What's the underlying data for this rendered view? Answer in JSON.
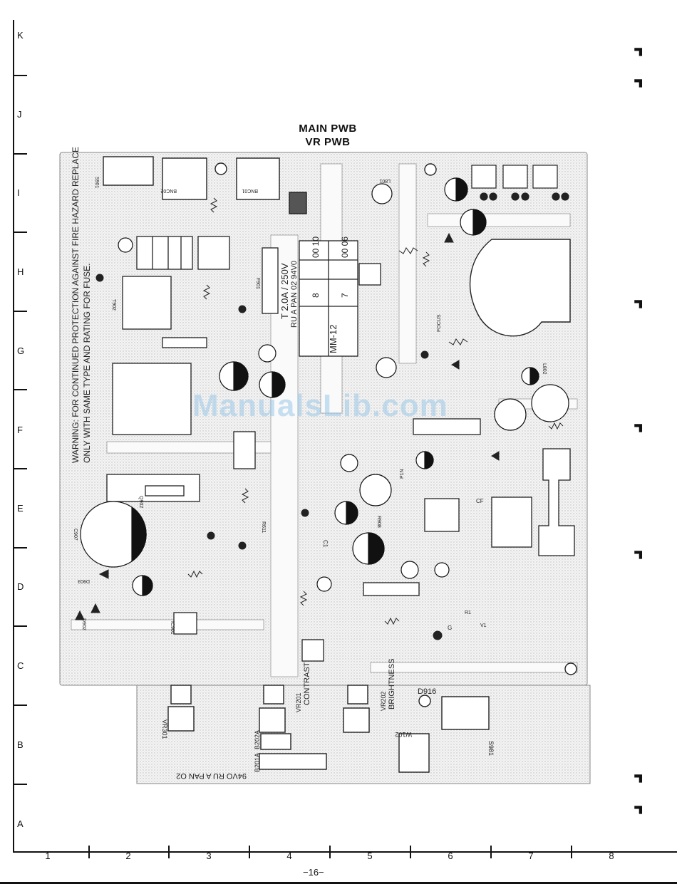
{
  "title_line1": "MAIN PWB",
  "title_line2": "VR PWB",
  "row_labels": [
    "K",
    "J",
    "I",
    "H",
    "G",
    "F",
    "E",
    "D",
    "C",
    "B",
    "A"
  ],
  "col_labels": [
    "1",
    "2",
    "3",
    "4",
    "5",
    "6",
    "7",
    "8"
  ],
  "page_number": "−16−",
  "warning_line1": "WARNING:  FOR CONTINUED PROTECTION AGAINST FIRE HAZARD REPLACE",
  "warning_line2": "ONLY WITH SAME TYPE AND RATING FOR FUSE.",
  "fuse_rating": "T 2.0A / 250V",
  "board_code_main": "RU A PAN 02  94V0",
  "board_code_vr": "94VO  RU A PAN O2",
  "table_cells": [
    "00 10",
    "00 06",
    "8",
    "7"
  ],
  "table_model": "MM-12",
  "vr_labels": [
    "CONTRAST",
    "BRIGHTNESS"
  ],
  "component_labels": [
    "S901",
    "BNC02",
    "BNC01",
    "F901",
    "T902",
    "C907",
    "D902",
    "D903",
    "IC901",
    "Q902",
    "L801",
    "L802",
    "D916",
    "S981",
    "B201A",
    "B202A",
    "VR201",
    "VR202",
    "VR301",
    "C1",
    "CF",
    "W102",
    "FOCUS",
    "R908",
    "R611",
    "P1N",
    "R1",
    "V1",
    "G"
  ],
  "watermark": "ManualsLib.com"
}
